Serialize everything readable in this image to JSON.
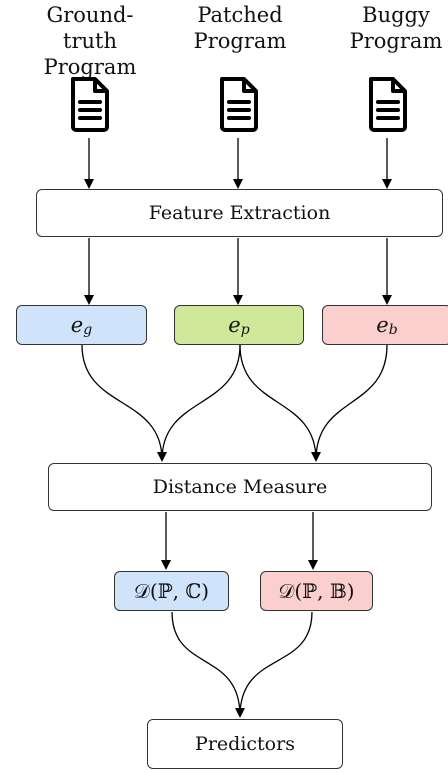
{
  "headers": {
    "ground_truth": [
      "Ground-truth",
      "Program"
    ],
    "patched": [
      "Patched",
      "Program"
    ],
    "buggy": [
      "Buggy",
      "Program"
    ]
  },
  "icons": [
    "document-icon",
    "document-icon",
    "document-icon"
  ],
  "boxes": {
    "feature_extraction": "Feature Extraction",
    "distance_measure": "Distance Measure",
    "predictors": "Predictors"
  },
  "embeddings": {
    "e_g": {
      "base": "e",
      "sub": "g",
      "color": "#cfe3fb"
    },
    "e_p": {
      "base": "e",
      "sub": "p",
      "color": "#cfe89a"
    },
    "e_b": {
      "base": "e",
      "sub": "b",
      "color": "#fccfcf"
    }
  },
  "distances": {
    "d_pc": {
      "text": "𝒟(ℙ, ℂ)",
      "color": "#cfe3fb"
    },
    "d_pb": {
      "text": "𝒟(ℙ, 𝔹)",
      "color": "#fccfcf"
    }
  }
}
